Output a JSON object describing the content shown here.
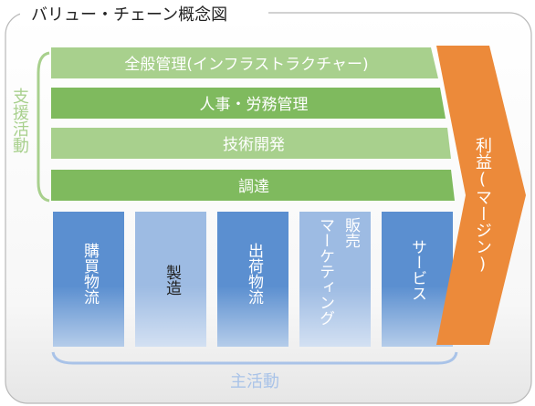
{
  "title": "バリュー・チェーン概念図",
  "support_label": "支援活動",
  "primary_label": "主活動",
  "margin_label": "利益(マージン)",
  "support_activities": [
    {
      "label": "全般管理(インフラストラクチャー)",
      "color": "#a8d08d"
    },
    {
      "label": "人事・労務管理",
      "color": "#7fba5e"
    },
    {
      "label": "技術開発",
      "color": "#a8d08d"
    },
    {
      "label": "調達",
      "color": "#7fba5e"
    }
  ],
  "primary_activities": [
    {
      "label": "購買物流",
      "color": "#5b8fd0"
    },
    {
      "label": "製造",
      "color": "#9dbbe3"
    },
    {
      "label": "出荷物流",
      "color": "#5b8fd0"
    },
    {
      "label": "販売\nマーケティング",
      "color": "#9dbbe3"
    },
    {
      "label": "サービス",
      "color": "#5b8fd0"
    }
  ],
  "colors": {
    "frame": "#b8b8b8",
    "support_brace": "#a8d08d",
    "primary_brace": "#a9c3e8",
    "primary_label": "#a9c3e8",
    "margin": "#ec8a3a",
    "text_dark": "#222222",
    "text_light": "#ffffff"
  }
}
